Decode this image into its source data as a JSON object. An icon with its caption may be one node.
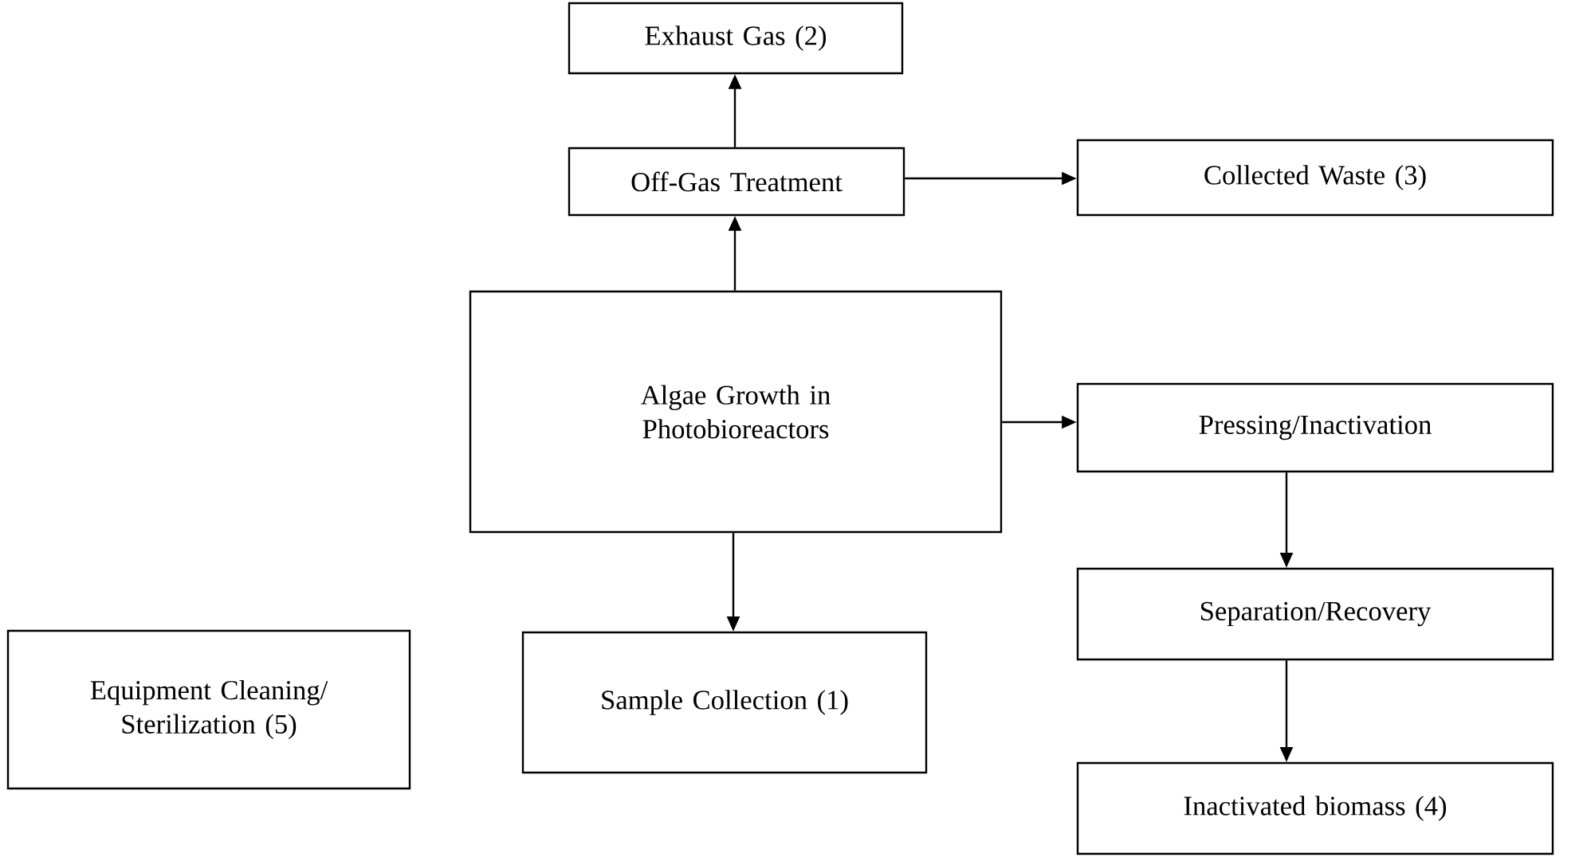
{
  "diagram": {
    "nodes": [
      {
        "text": [
          "Exhaust Gas (2)"
        ]
      },
      {
        "text": [
          "Off-Gas Treatment"
        ]
      },
      {
        "text": [
          "Collected Waste (3)"
        ]
      },
      {
        "text": [
          "Algae Growth in Photobioreactors"
        ]
      },
      {
        "text": [
          "Pressing/Inactivation"
        ]
      },
      {
        "text": [
          "Separation/Recovery"
        ]
      },
      {
        "text": [
          "Equipment Cleaning/ Sterilization (5)"
        ]
      },
      {
        "text": [
          "Sample Collection (1)"
        ]
      },
      {
        "text": [
          "Inactivated biomass (4)"
        ]
      }
    ],
    "edges": [
      {
        "from": 1,
        "to": 0,
        "arrow": "to"
      },
      {
        "from": 1,
        "to": 2,
        "arrow": "to"
      },
      {
        "from": 3,
        "to": 1,
        "arrow": "to"
      },
      {
        "from": 3,
        "to": 4,
        "arrow": "to"
      },
      {
        "from": 3,
        "to": 7,
        "arrow": "to"
      },
      {
        "from": 4,
        "to": 5,
        "arrow": "to"
      },
      {
        "from": 5,
        "to": 8,
        "arrow": "to"
      }
    ]
  }
}
